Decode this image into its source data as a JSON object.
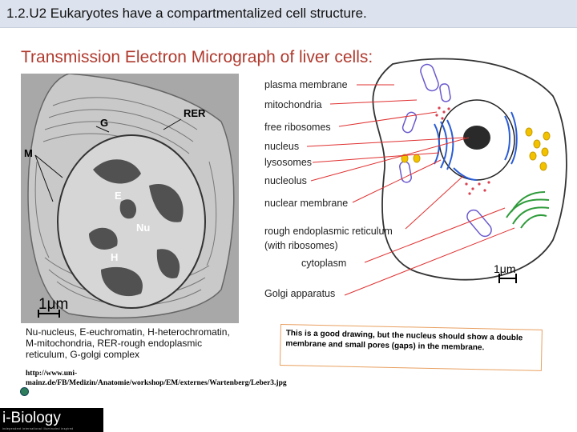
{
  "header": {
    "title": "1.2.U2 Eukaryotes have a compartmentalized cell structure."
  },
  "section_title": "Transmission Electron Micrograph of liver cells:",
  "micrograph": {
    "labels": [
      "G",
      "RER",
      "M",
      "E",
      "Nu",
      "H"
    ],
    "scale": "1μm"
  },
  "caption": "Nu-nucleus, E-euchromatin, H-heterochromatin, M-mitochondria, RER-rough endoplasmic reticulum, G-golgi complex",
  "source_url": "http://www.uni-mainz.de/FB/Medizin/Anatomie/workshop/EM/externes/Wartenberg/Leber3.jpg",
  "diagram": {
    "labels": [
      "plasma membrane",
      "mitochondria",
      "free ribosomes",
      "nucleus",
      "lysosomes",
      "nucleolus",
      "nuclear membrane",
      "rough endoplasmic reticulum",
      "(with ribosomes)",
      "cytoplasm",
      "Golgi apparatus"
    ],
    "scale": "1μm"
  },
  "note": "This is a good drawing, but the nucleus should show a double membrane and small pores (gaps) in the membrane.",
  "logo": {
    "name": "i-Biology",
    "tagline": "independent  international  illuminated  inspired"
  }
}
